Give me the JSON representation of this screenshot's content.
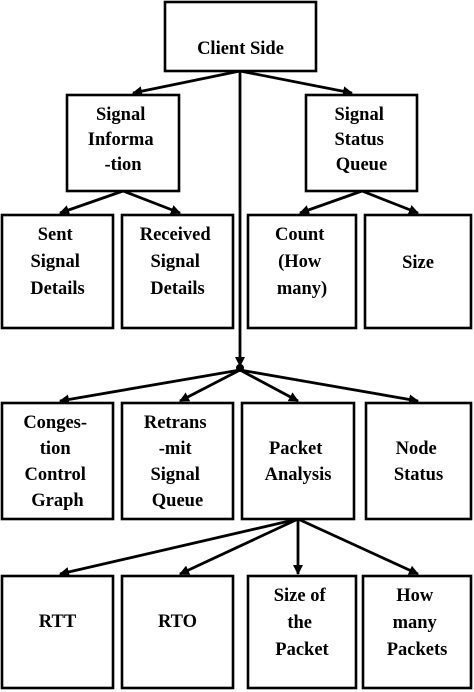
{
  "nodes": {
    "client_side": [
      "Client Side"
    ],
    "signal_information": [
      "Signal",
      "Informa",
      "-tion"
    ],
    "signal_status_queue": [
      "Signal",
      "Status",
      "Queue"
    ],
    "sent_signal_details": [
      "Sent",
      "Signal",
      "Details"
    ],
    "received_signal_details": [
      "Received",
      "Signal",
      "Details"
    ],
    "count": [
      "Count",
      "(How",
      "many)"
    ],
    "size": [
      "Size"
    ],
    "congestion_control_graph": [
      "Conges-",
      "tion",
      "Control",
      "Graph"
    ],
    "retransmit_signal_queue": [
      "Retrans",
      "-mit",
      "Signal",
      "Queue"
    ],
    "packet_analysis": [
      "Packet",
      "Analysis"
    ],
    "node_status": [
      "Node",
      "Status"
    ],
    "rtt": [
      "RTT"
    ],
    "rto": [
      "RTO"
    ],
    "size_of_packet": [
      "Size of",
      "the",
      "Packet"
    ],
    "how_many_packets": [
      "How",
      "many",
      "Packets"
    ]
  },
  "edges": [
    [
      "client_side",
      "signal_information"
    ],
    [
      "client_side",
      "signal_status_queue"
    ],
    [
      "client_side",
      "congestion_control_graph"
    ],
    [
      "client_side",
      "retransmit_signal_queue"
    ],
    [
      "client_side",
      "packet_analysis"
    ],
    [
      "client_side",
      "node_status"
    ],
    [
      "signal_information",
      "sent_signal_details"
    ],
    [
      "signal_information",
      "received_signal_details"
    ],
    [
      "signal_status_queue",
      "count"
    ],
    [
      "signal_status_queue",
      "size"
    ],
    [
      "packet_analysis",
      "rtt"
    ],
    [
      "packet_analysis",
      "rto"
    ],
    [
      "packet_analysis",
      "size_of_packet"
    ],
    [
      "packet_analysis",
      "how_many_packets"
    ]
  ],
  "colors": {
    "stroke": "#000000",
    "fill": "#ffffff",
    "text": "#000000"
  }
}
